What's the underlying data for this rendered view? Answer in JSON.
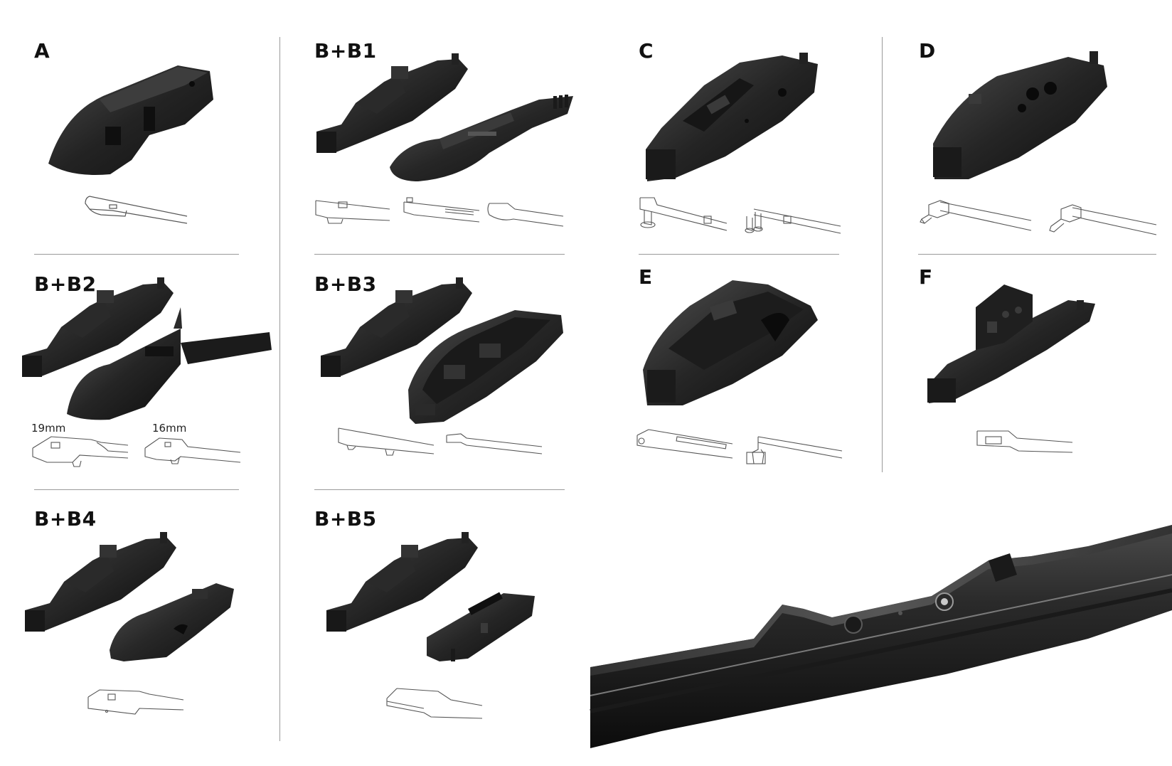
{
  "sections": {
    "a": {
      "label": "A"
    },
    "bb1": {
      "label": "B+B1"
    },
    "c": {
      "label": "C"
    },
    "d": {
      "label": "D"
    },
    "bb2": {
      "label": "B+B2",
      "size_left": "19mm",
      "size_right": "16mm"
    },
    "bb3": {
      "label": "B+B3"
    },
    "e": {
      "label": "E"
    },
    "f": {
      "label": "F"
    },
    "bb4": {
      "label": "B+B4"
    },
    "bb5": {
      "label": "B+B5"
    }
  },
  "colors": {
    "plastic_dark": "#1c1c1c",
    "plastic_mid": "#2e2e2e",
    "plastic_light": "#4a4a4a",
    "line_art": "#555555",
    "divider": "#9a9a9a"
  }
}
